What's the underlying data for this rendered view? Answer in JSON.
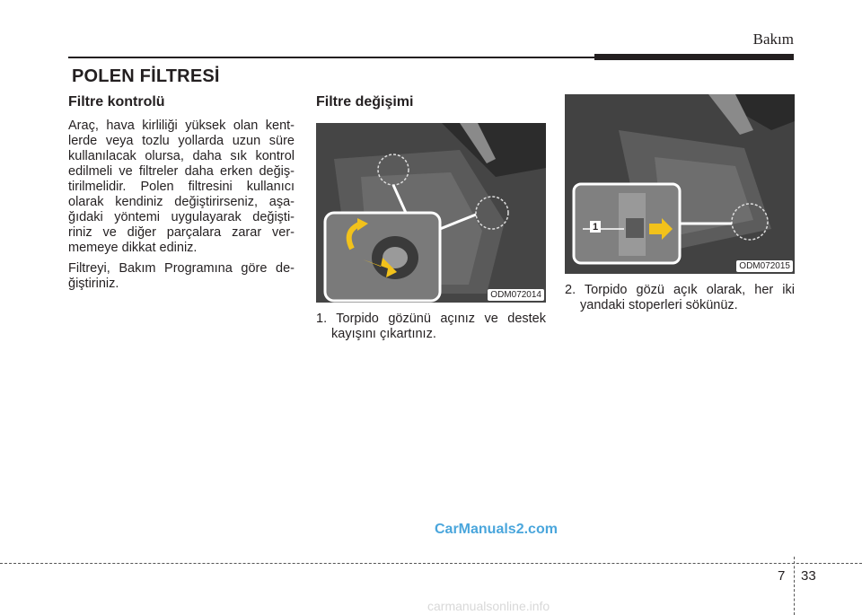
{
  "header": {
    "section": "Bakım"
  },
  "section_title": "POLEN FİLTRESİ",
  "col1": {
    "heading": "Filtre kontrolü",
    "para1": "Araç, hava kirliliği yüksek olan kent-lerde veya tozlu yollarda uzun süre kullanılacak olursa, daha sık kontrol edilmeli ve filtreler daha erken değiş-tirilmelidir. Polen filtresini kullanıcı olarak kendiniz değiştirirseniz, aşa-ğıdaki yöntemi uygulayarak değişti-riniz ve diğer parçalara zarar ver-memeye dikkat ediniz.",
    "para2": "Filtreyi, Bakım Programına göre de-ğiştiriniz."
  },
  "col2": {
    "heading": "Filtre değişimi",
    "figure_code": "ODM072014",
    "step1": "1. Torpido gözünü açınız ve destek kayışını çıkartınız."
  },
  "col3": {
    "figure_code": "ODM072015",
    "callout": "1",
    "step2": "2. Torpido gözü açık olarak, her iki yandaki stoperleri sökünüz."
  },
  "footer": {
    "chapter": "7",
    "page": "33",
    "watermark": "CarManuals2.com",
    "bottom_watermark": "carmanualsonline.info"
  },
  "colors": {
    "text": "#231f20",
    "watermark": "#4aa6dc",
    "arrow": "#f2c21b"
  }
}
